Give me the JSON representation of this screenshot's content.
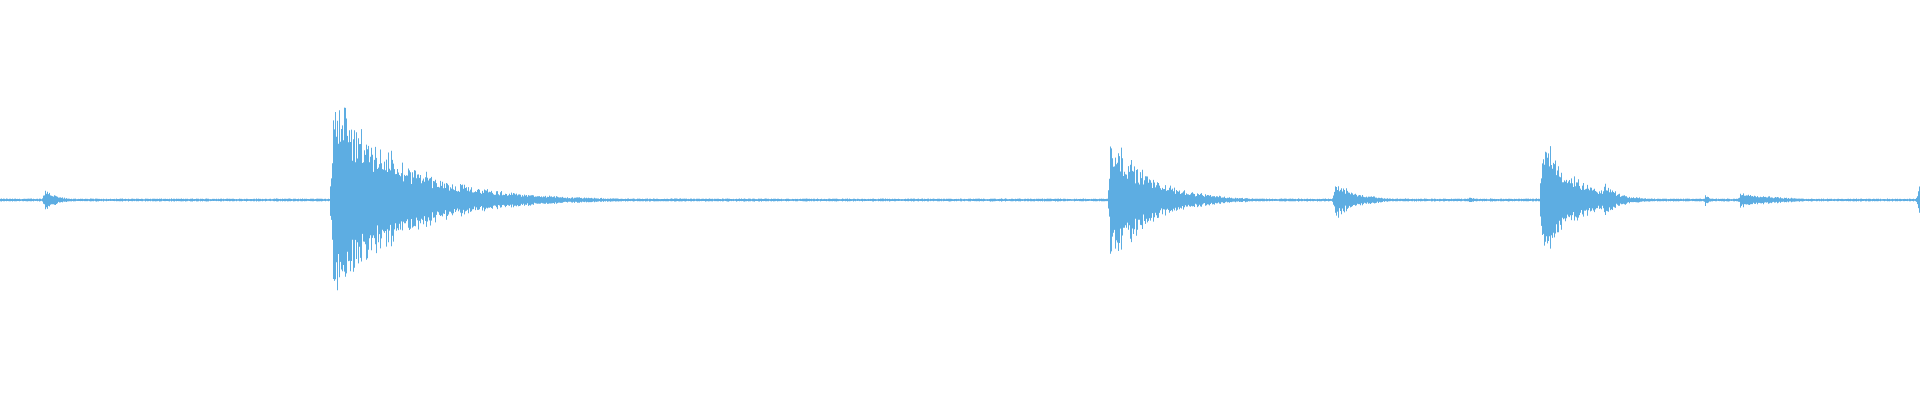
{
  "waveform": {
    "color": "#5dade2",
    "background": "#ffffff",
    "events": [
      {
        "time": 0.023,
        "amplitude": 0.06,
        "decay": 0.006
      },
      {
        "time": 0.173,
        "amplitude": 0.52,
        "decay": 0.035
      },
      {
        "time": 0.578,
        "amplitude": 0.33,
        "decay": 0.02
      },
      {
        "time": 0.695,
        "amplitude": 0.09,
        "decay": 0.012
      },
      {
        "time": 0.765,
        "amplitude": 0.012,
        "decay": 0.01
      },
      {
        "time": 0.803,
        "amplitude": 0.34,
        "decay": 0.015
      },
      {
        "time": 0.835,
        "amplitude": 0.09,
        "decay": 0.008
      },
      {
        "time": 0.888,
        "amplitude": 0.03,
        "decay": 0.002
      },
      {
        "time": 0.906,
        "amplitude": 0.04,
        "decay": 0.02
      },
      {
        "time": 0.999,
        "amplitude": 0.09,
        "decay": 0.002
      }
    ]
  }
}
